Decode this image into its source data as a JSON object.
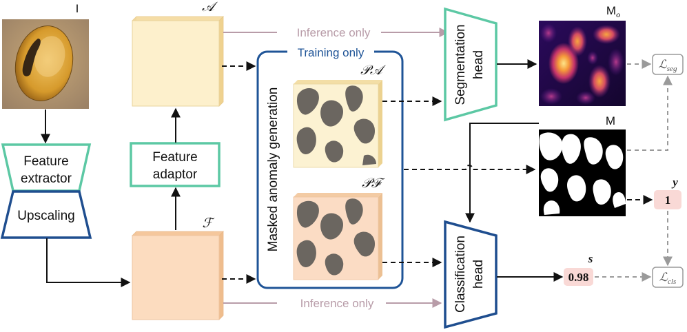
{
  "labels": {
    "input_image": "I",
    "feature_extractor": [
      "Feature",
      "extractor"
    ],
    "upscaling": "Upscaling",
    "feature_adaptor": [
      "Feature",
      "adaptor"
    ],
    "adapted_features": "𝒜",
    "features": "ℱ",
    "training_only": "Training only",
    "masked_anomaly_generation": "Masked anomaly generation",
    "pseudo_anomalous_adapted": "𝒫𝒜",
    "pseudo_anomalous_features": "𝒫ℱ",
    "inference_only_top": "Inference only",
    "inference_only_bottom": "Inference only",
    "segmentation_head": [
      "Segmentation",
      "head"
    ],
    "classification_head": [
      "Classification",
      "head"
    ],
    "predicted_mask": "M",
    "predicted_mask_subscript": "o",
    "ground_truth_mask": "M",
    "loss_seg": "ℒ",
    "loss_seg_subscript": "seg",
    "loss_cls": "ℒ",
    "loss_cls_subscript": "cls",
    "label_y": "y",
    "label_y_value": "1",
    "score_s": "s",
    "score_value": "0.98"
  },
  "colors": {
    "extractor_teal": "#5cc8a4",
    "upscaling_blue": "#1f4e8f",
    "training_box_blue": "#1f5497",
    "inference_arrow": "#b89ca8",
    "loss_gray": "#9a9a9a",
    "adapted_cube": "#fdf0cc",
    "features_cube": "#fcdcbf",
    "anomaly_blob": "#6b6660",
    "badge_fill": "#f9d9d6"
  },
  "icons": [
    "input-photo",
    "heatmap",
    "binary-mask",
    "anomaly-texture"
  ]
}
